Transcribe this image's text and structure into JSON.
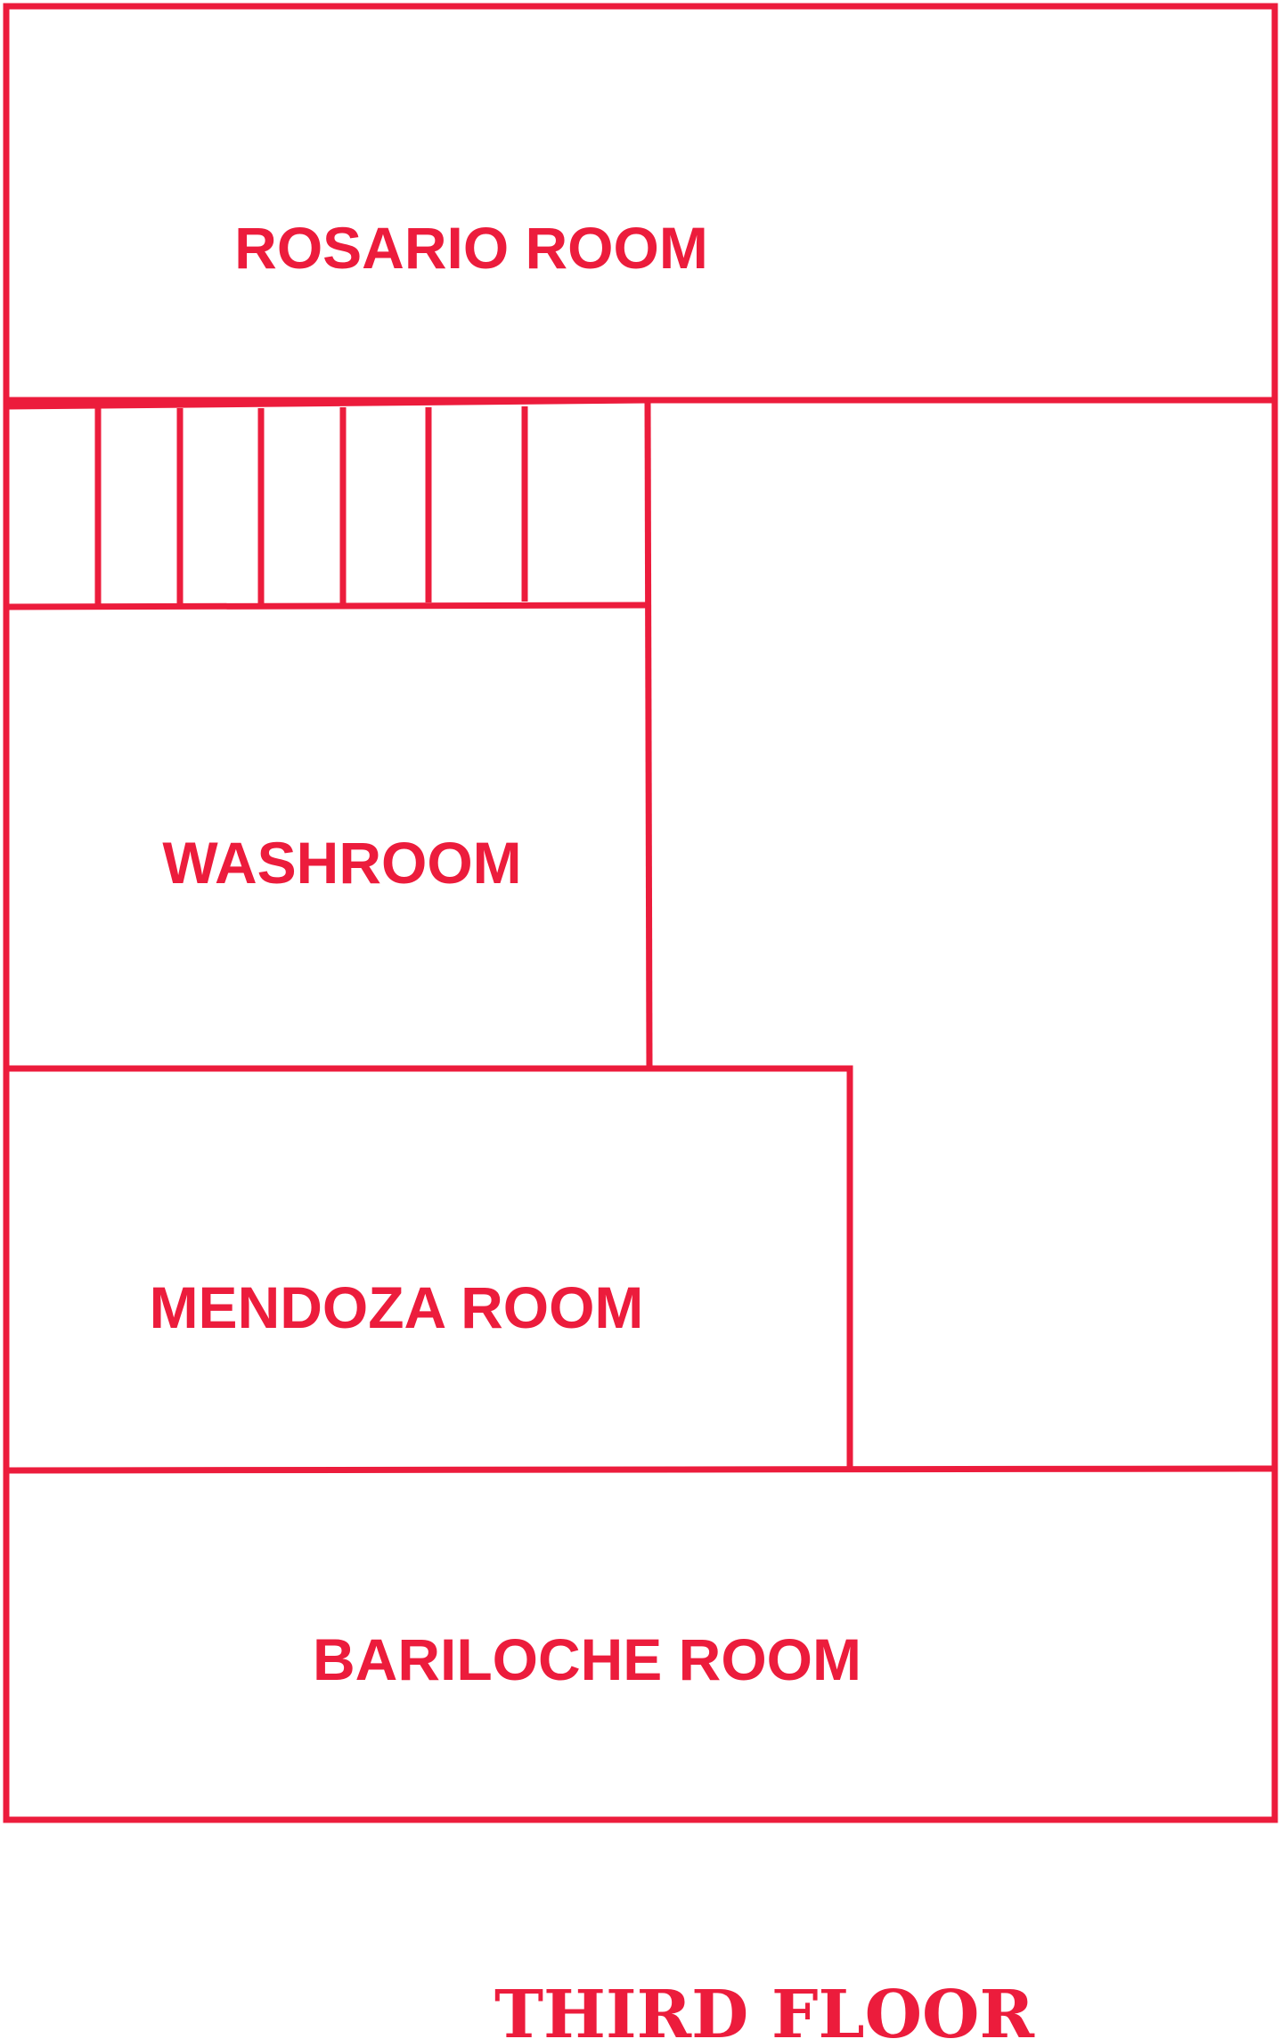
{
  "rooms": {
    "rosario": "ROSARIO ROOM",
    "washroom": "WASHROOM",
    "mendoza": "MENDOZA ROOM",
    "bariloche": "BARILOCHE ROOM"
  },
  "floor_label": "THIRD FLOOR",
  "colors": {
    "wall": "#ec1c3c",
    "highlight": "#3bb54a"
  },
  "stall_count": 7
}
